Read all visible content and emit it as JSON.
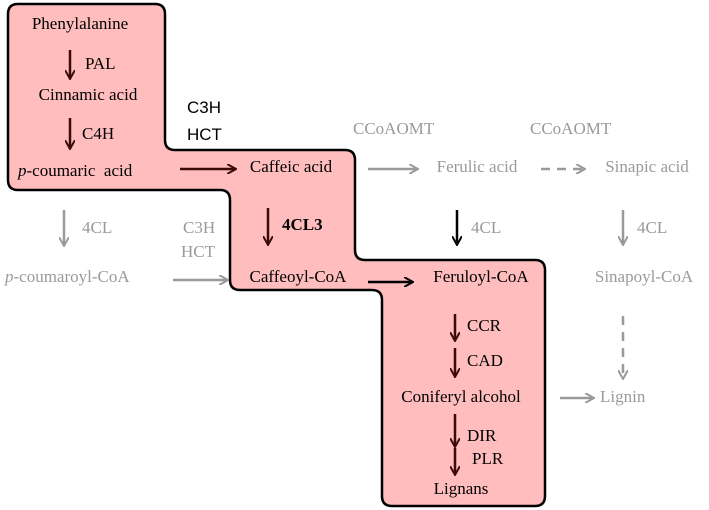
{
  "colors": {
    "highlight_fill": "#ffbdbd",
    "highlight_border": "#000000",
    "main_arrow": "#3d0a0a",
    "secondary": "#9a9a9a"
  },
  "nodes": {
    "phenylalanine": "Phenylalanine",
    "cinnamic_acid": "Cinnamic acid",
    "p_coumaric_prefix": "p",
    "p_coumaric_rest": "-coumaric  acid",
    "caffeic_acid": "Caffeic acid",
    "ferulic_acid": "Ferulic acid",
    "sinapic_acid": "Sinapic acid",
    "p_coumaroyl_prefix": "p",
    "p_coumaroyl_rest": "-coumaroyl-CoA",
    "caffeoyl_coa": "Caffeoyl-CoA",
    "feruloyl_coa": "Feruloyl-CoA",
    "sinapoyl_coa": "Sinapoyl-CoA",
    "coniferyl_alcohol": "Coniferyl alcohol",
    "lignin": "Lignin",
    "lignans": "Lignans"
  },
  "enzymes": {
    "pal": "PAL",
    "c4h": "C4H",
    "c3h_top": "C3H",
    "hct_top": "HCT",
    "ccoaomt_1": "CCoAOMT",
    "ccoaomt_2": "CCoAOMT",
    "fourcl_left": "4CL",
    "c3h_mid": "C3H",
    "hct_mid": "HCT",
    "fourcl3": "4CL3",
    "fourcl_mid": "4CL",
    "fourcl_right": "4CL",
    "ccr": "CCR",
    "cad": "CAD",
    "dir": "DIR",
    "plr": "PLR"
  }
}
